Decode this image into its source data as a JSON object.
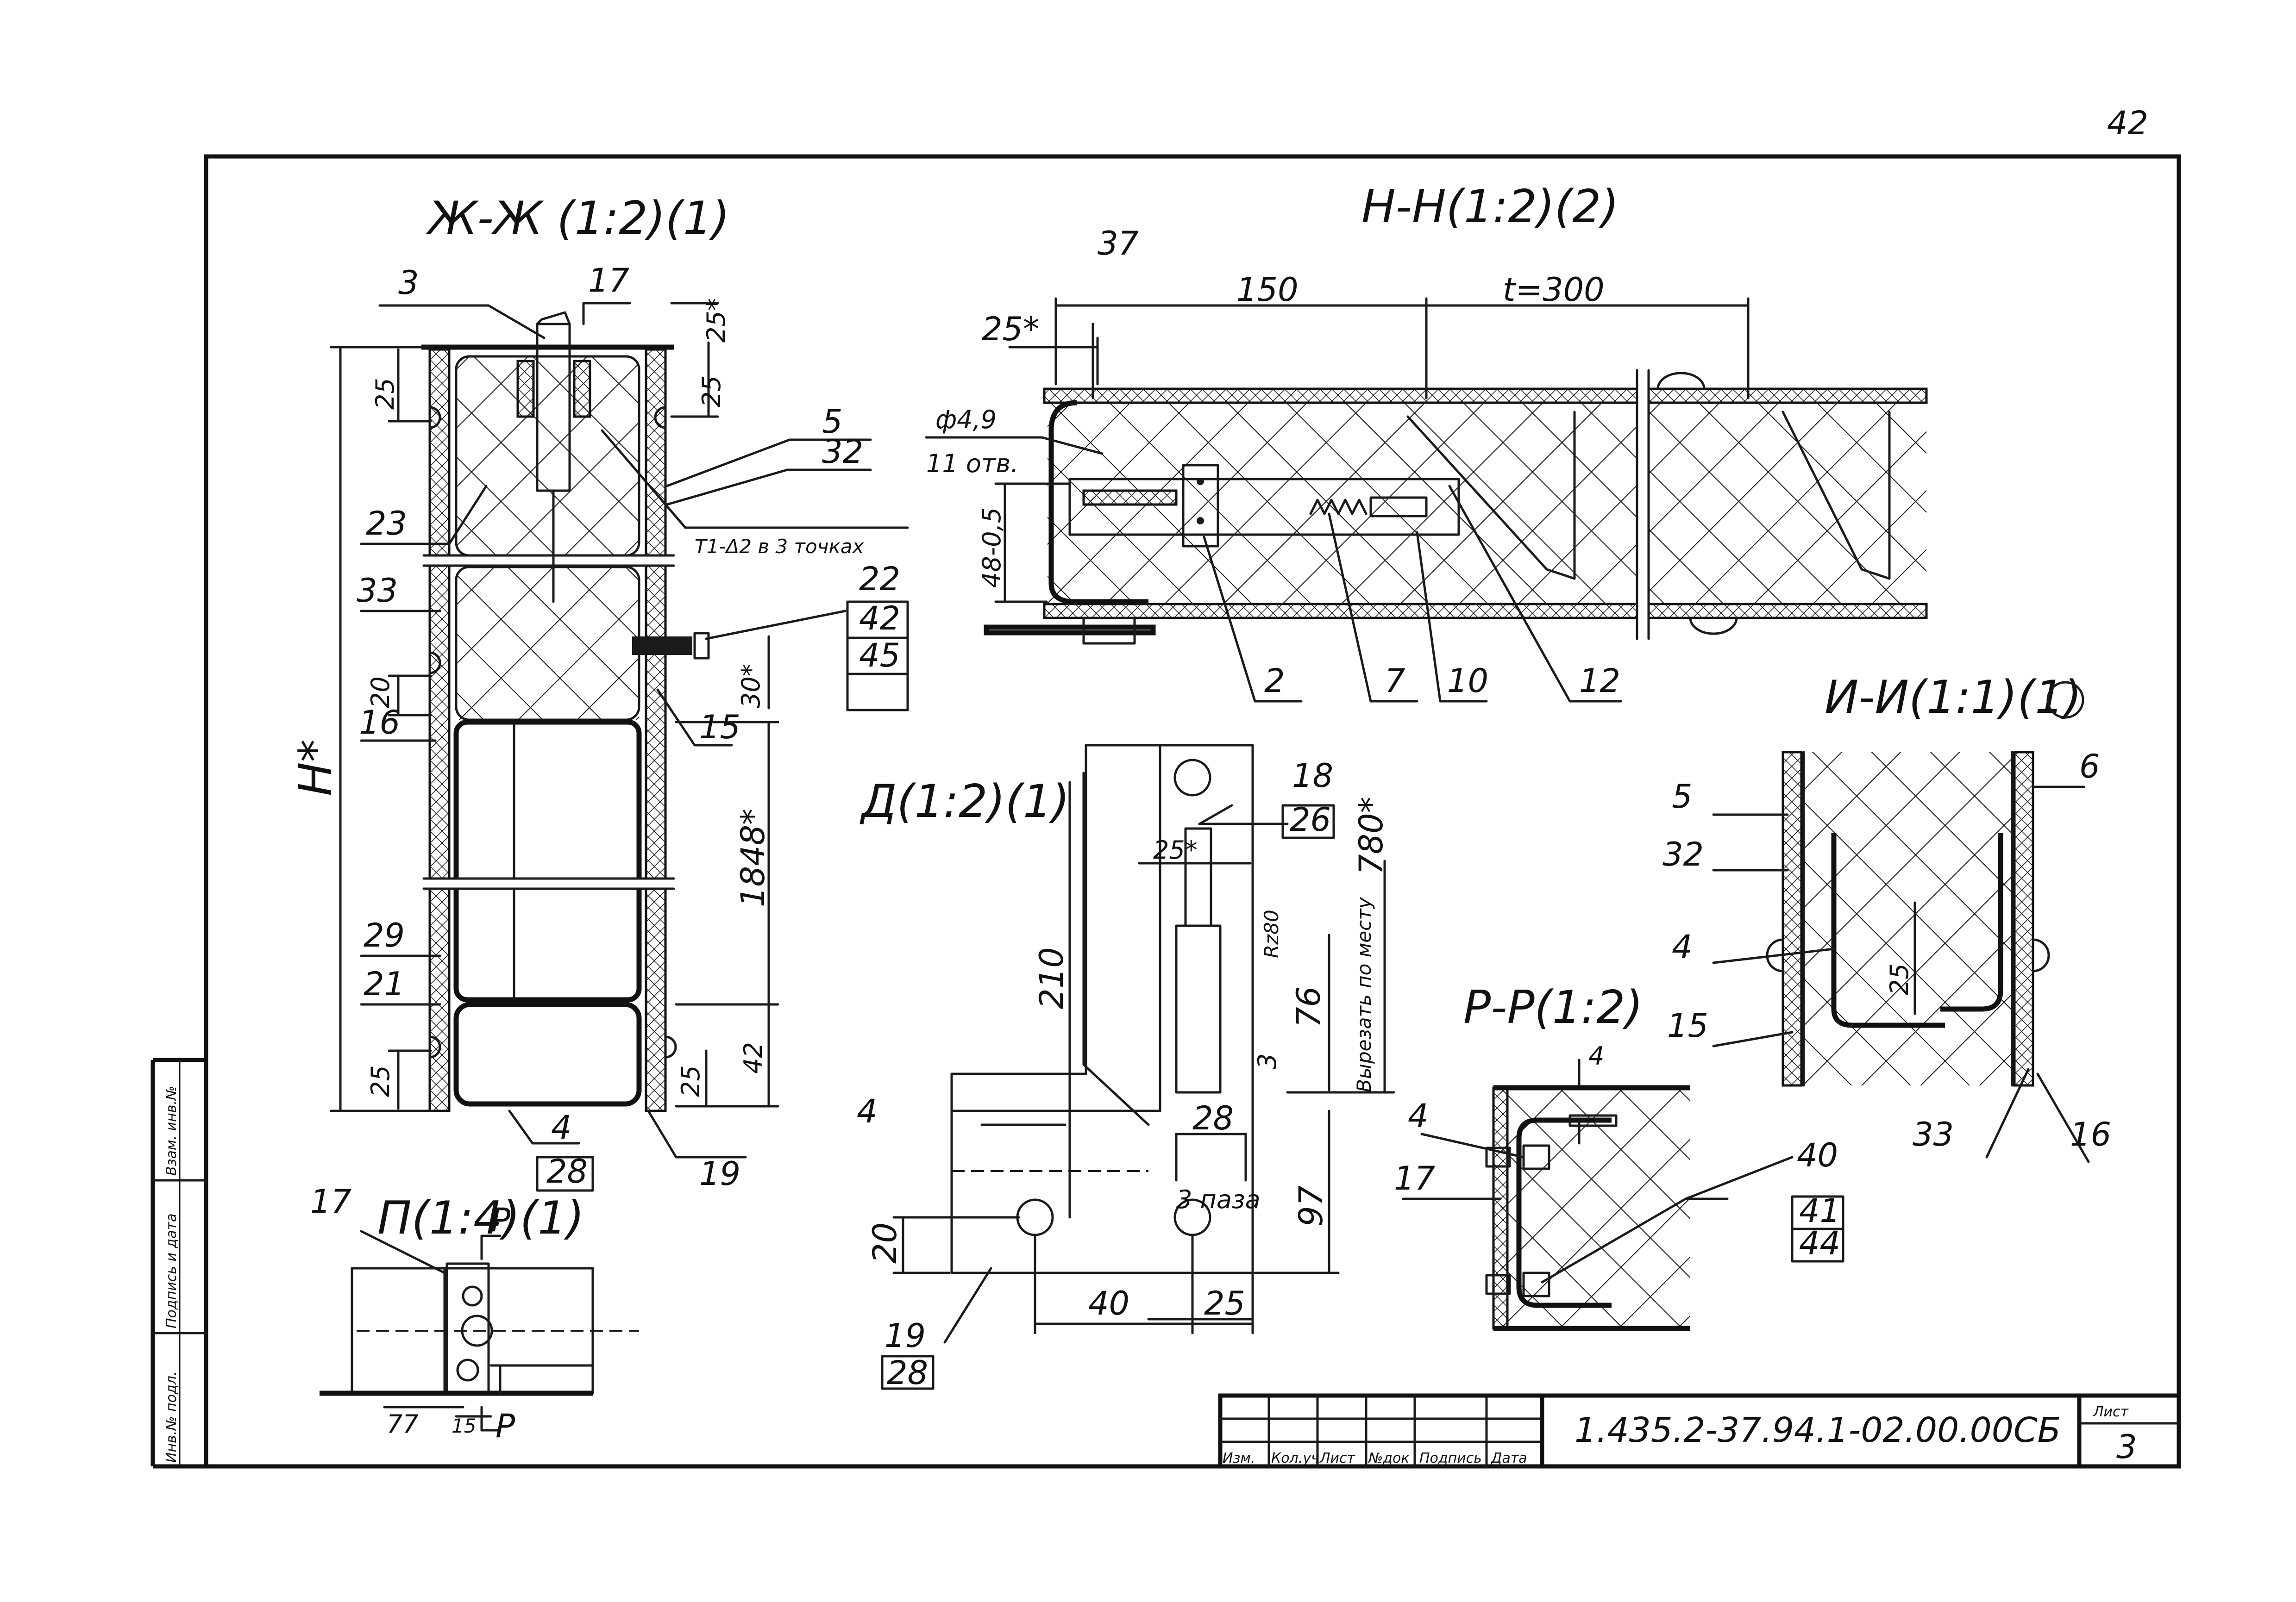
{
  "page_number": "42",
  "sections": {
    "zh": {
      "title": "Ж-Ж (1:2)(1)"
    },
    "n": {
      "title": "Н-Н(1:2)(2)"
    },
    "i": {
      "title": "И-И(1:1)(1)"
    },
    "d": {
      "title": "Д(1:2)(1)"
    },
    "p": {
      "title": "П(1:4)(1)"
    },
    "r": {
      "title": "Р-Р(1:2)"
    }
  },
  "zh_labels": {
    "l3": "3",
    "l17": "17",
    "l25s": "25*",
    "l25a": "25",
    "l25b": "25",
    "l5": "5",
    "l32": "32",
    "l23": "23",
    "weld": "Т1-Δ2 в 3 точках",
    "l33": "33",
    "l22": "22",
    "l42": "42",
    "l45": "45",
    "l20": "20",
    "l30s": "30*",
    "l16": "16",
    "l15": "15",
    "H": "Н*",
    "l1848": "1848*",
    "l29": "29",
    "l21": "21",
    "l25c": "25",
    "l25d": "25",
    "l42b": "42",
    "l4": "4",
    "l28": "28",
    "l19": "19"
  },
  "n_labels": {
    "l37": "37",
    "l150": "150",
    "t300": "t=300",
    "l25s": "25*",
    "hole": "ф4,9",
    "holes": "11 отв.",
    "l48": "48-0,5",
    "l2": "2",
    "l7": "7",
    "l10": "10",
    "l12": "12"
  },
  "i_labels": {
    "l5": "5",
    "l6": "6",
    "l32": "32",
    "l4": "4",
    "l25": "25",
    "l15": "15",
    "l33": "33",
    "l16": "16"
  },
  "d_labels": {
    "l18": "18",
    "l26": "26",
    "l25s": "25*",
    "l780": "780*",
    "rz": "Rz80",
    "cut": "Вырезать по месту",
    "l210": "210",
    "l76": "76",
    "l3": "3",
    "l28": "28",
    "slots": "3 паза",
    "l4": "4",
    "l97": "97",
    "l20": "20",
    "l40": "40",
    "l25": "25",
    "l19": "19",
    "l28b": "28"
  },
  "p_labels": {
    "l17": "17",
    "P1": "Р",
    "P2": "Р",
    "l77": "77",
    "l15": "15"
  },
  "r_labels": {
    "l4a": "4",
    "l4b": "4",
    "l17": "17",
    "l40": "40",
    "l41": "41",
    "l44": "44"
  },
  "side_stamp": {
    "c1": "Инв.№ подл.",
    "c2": "Подпись и дата",
    "c3": "Взам. инв.№"
  },
  "title_block": {
    "code": "1.435.2-37.94.1-02.00.00СБ",
    "sheet_label": "Лист",
    "sheet_no": "3",
    "cols": [
      "Изм.",
      "Кол.уч",
      "Лист",
      "№док",
      "Подпись",
      "Дата"
    ]
  }
}
